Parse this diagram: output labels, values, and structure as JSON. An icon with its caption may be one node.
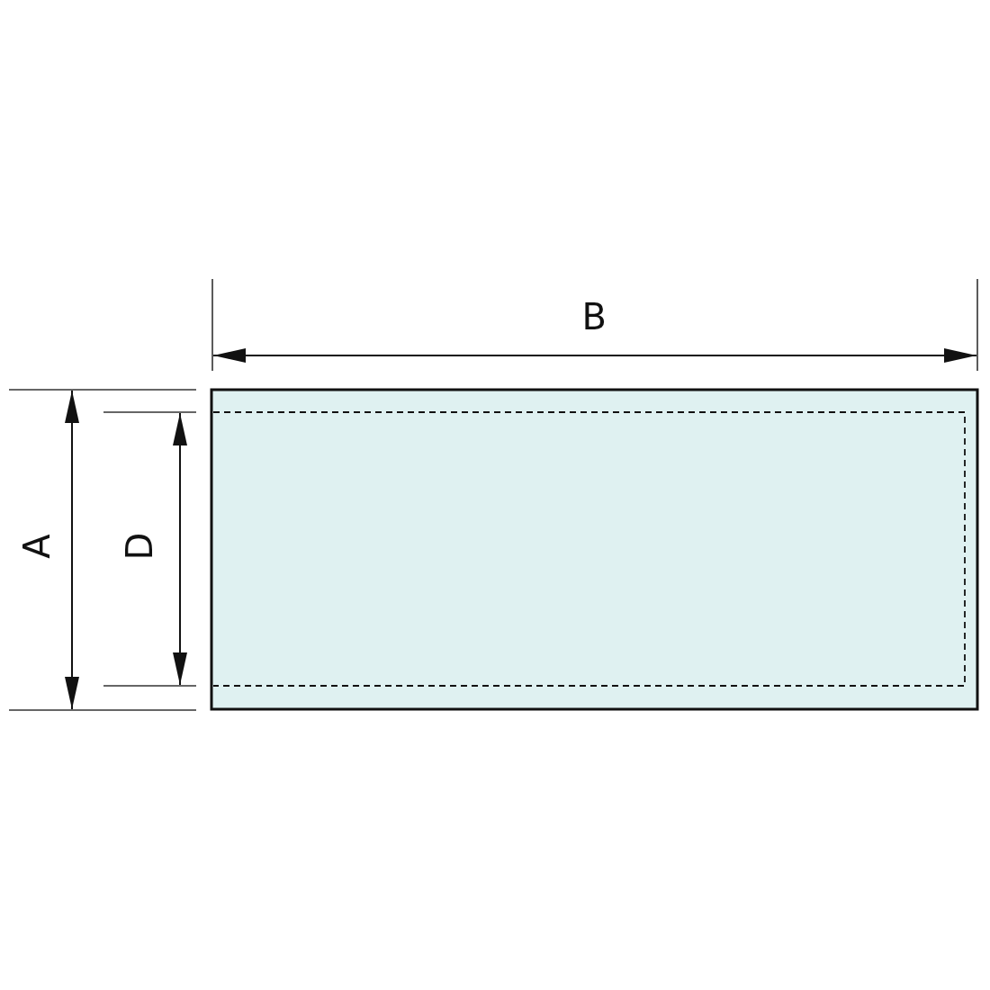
{
  "diagram": {
    "labels": [
      "B",
      "A",
      "D"
    ]
  }
}
